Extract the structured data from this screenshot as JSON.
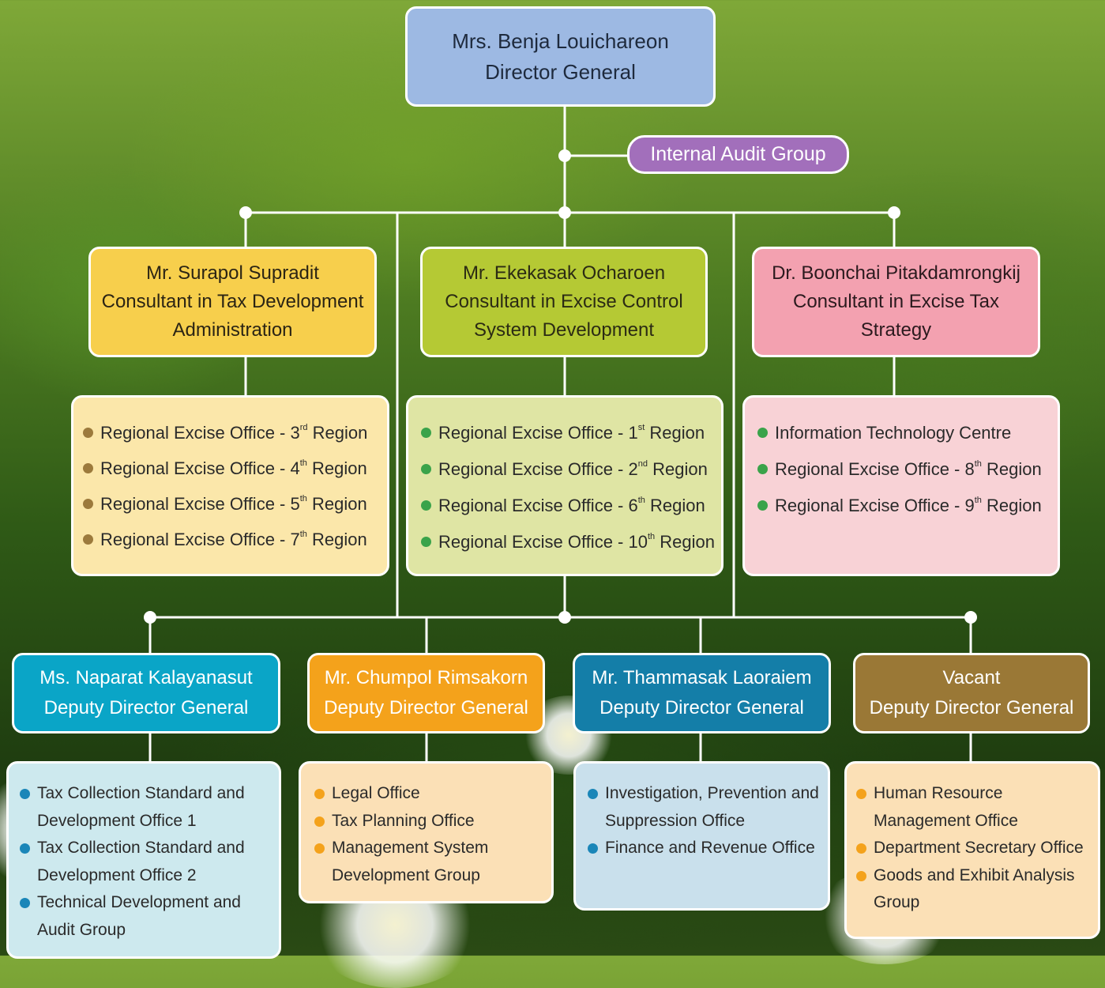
{
  "colors": {
    "director": "#9db9e3",
    "internal_audit": "#a26fbb",
    "consultant_1": "#f7cf4c",
    "consultant_2": "#b5c934",
    "consultant_3": "#f3a1b0",
    "deputy_1": "#0aa5c7",
    "deputy_2": "#f4a21b",
    "deputy_3": "#147ea8",
    "deputy_4": "#9a7836",
    "bullet_brown": "#9c7a3c",
    "bullet_green": "#3aa34a",
    "bullet_blue": "#1a86b8",
    "bullet_orange": "#f4a21b"
  },
  "director": {
    "name": "Mrs. Benja Louichareon",
    "title": "Director General"
  },
  "internal_audit": {
    "label": "Internal Audit Group"
  },
  "consultants": [
    {
      "name": "Mr. Surapol Supradit",
      "title_line1": "Consultant in Tax Development",
      "title_line2": "Administration"
    },
    {
      "name": "Mr. Ekekasak Ocharoen",
      "title_line1": "Consultant in Excise Control",
      "title_line2": "System Development"
    },
    {
      "name": "Dr. Boonchai Pitakdamrongkij",
      "title_line1": "Consultant in Excise Tax",
      "title_line2": "Strategy"
    }
  ],
  "consultant_units": [
    [
      {
        "text": "Regional Excise Office - 3",
        "sup": "rd",
        "suffix": " Region"
      },
      {
        "text": "Regional Excise Office - 4",
        "sup": "th",
        "suffix": " Region"
      },
      {
        "text": "Regional Excise Office - 5",
        "sup": "th",
        "suffix": " Region"
      },
      {
        "text": "Regional Excise Office - 7",
        "sup": "th",
        "suffix": " Region"
      }
    ],
    [
      {
        "text": "Regional Excise Office - 1",
        "sup": "st",
        "suffix": " Region"
      },
      {
        "text": "Regional Excise Office - 2",
        "sup": "nd",
        "suffix": " Region"
      },
      {
        "text": "Regional Excise Office - 6",
        "sup": "th",
        "suffix": " Region"
      },
      {
        "text": "Regional Excise Office - 10",
        "sup": "th",
        "suffix": " Region"
      }
    ],
    [
      {
        "text": "Information Technology Centre",
        "sup": "",
        "suffix": ""
      },
      {
        "text": "Regional Excise Office - 8",
        "sup": "th",
        "suffix": " Region"
      },
      {
        "text": "Regional Excise Office - 9",
        "sup": "th",
        "suffix": " Region"
      }
    ]
  ],
  "deputies": [
    {
      "name": "Ms. Naparat Kalayanasut",
      "title": "Deputy Director General"
    },
    {
      "name": "Mr. Chumpol Rimsakorn",
      "title": "Deputy Director General"
    },
    {
      "name": "Mr. Thammasak Laoraiem",
      "title": "Deputy Director General"
    },
    {
      "name": "Vacant",
      "title": "Deputy Director General"
    }
  ],
  "deputy_units": [
    [
      "Tax Collection Standard and Development Office 1",
      "Tax Collection Standard and Development Office 2",
      "Technical Development and Audit Group"
    ],
    [
      "Legal Office",
      "Tax Planning Office",
      "Management System Development Group"
    ],
    [
      "Investigation, Prevention and Suppression Office",
      "Finance and Revenue Office"
    ],
    [
      "Human Resource Management Office",
      "Department Secretary Office",
      "Goods and Exhibit Analysis Group"
    ]
  ]
}
